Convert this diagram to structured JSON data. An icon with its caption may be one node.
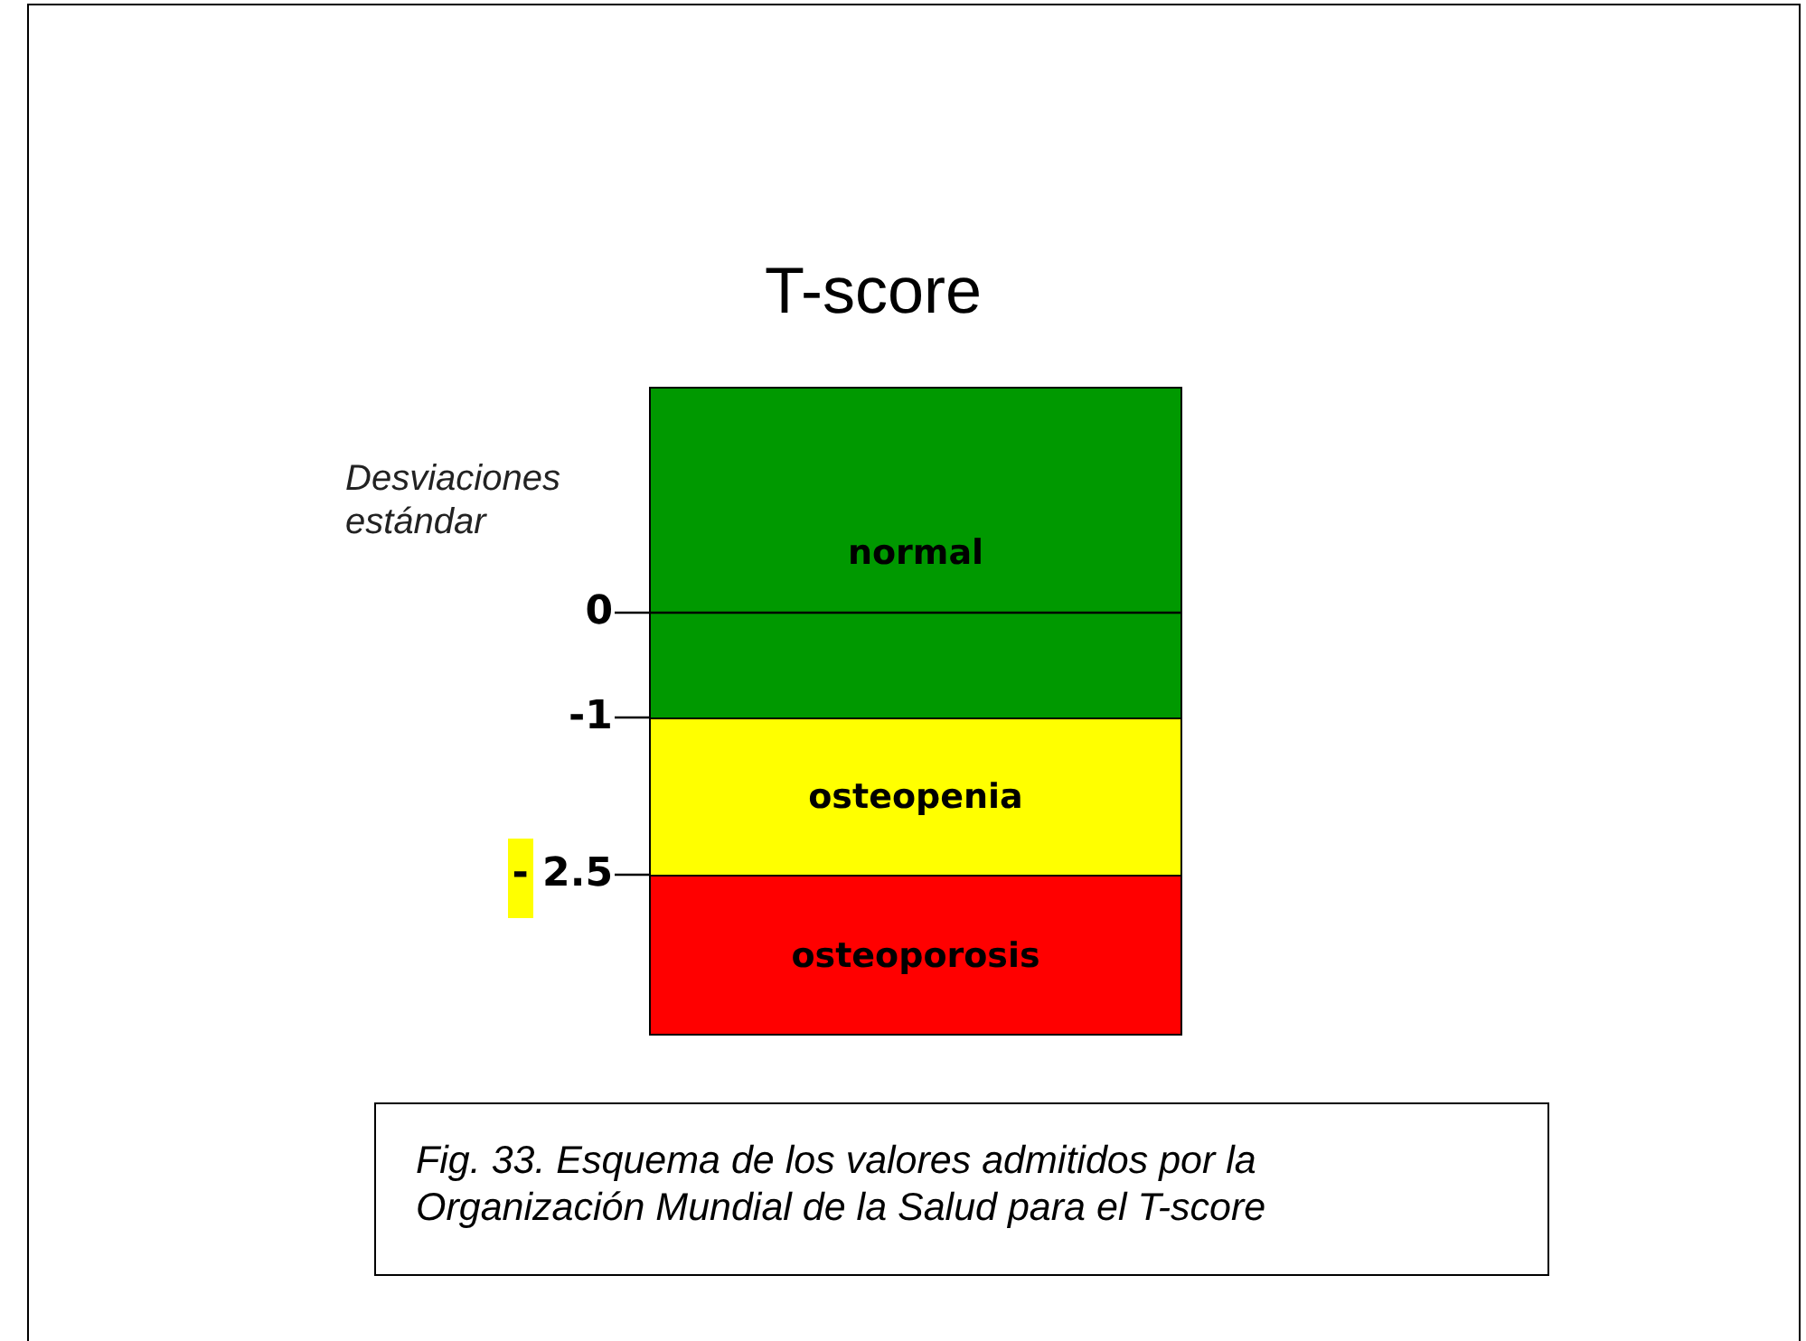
{
  "diagram": {
    "title": "T-score",
    "caption": "Fig. 33. Esquema de los valores admitidos por la Organización Mundial de la Salud para el T-score",
    "nodes": [
      {
        "text": [
          "normal"
        ]
      },
      {
        "text": [
          "osteopenia"
        ]
      },
      {
        "text": [
          "osteoporosis"
        ]
      }
    ],
    "labels": [
      "Desviaciones estándar",
      "0",
      "-1",
      "- 2.5"
    ]
  }
}
